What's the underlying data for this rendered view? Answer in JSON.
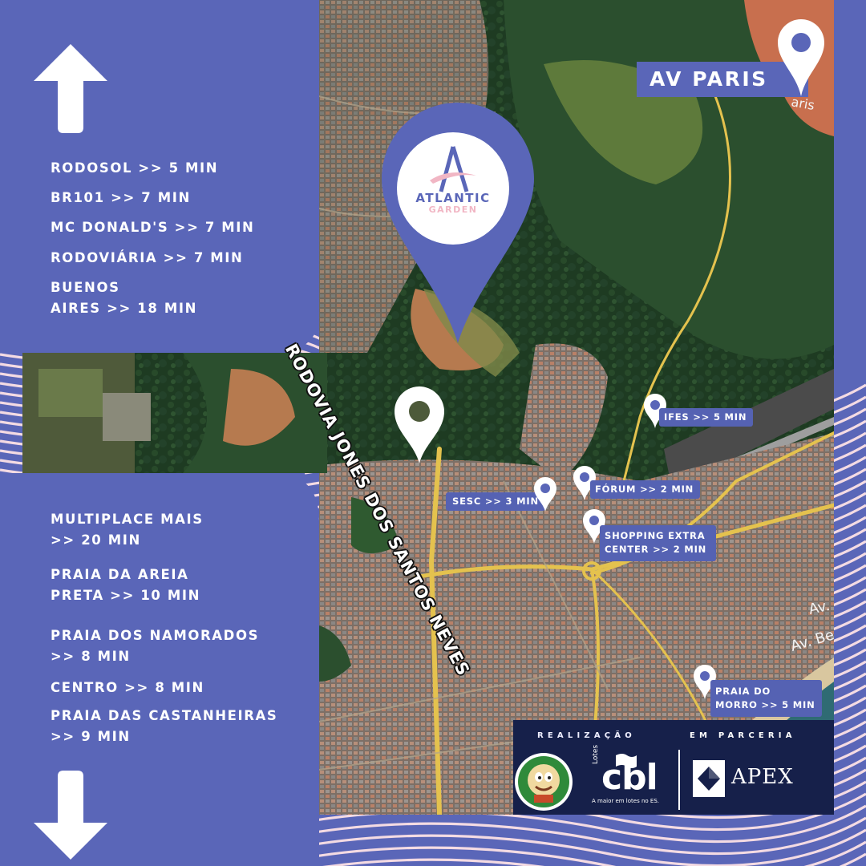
{
  "poster": {
    "brand": {
      "letter": "A",
      "name": "ATLANTIC",
      "sub": "GARDEN"
    },
    "top_destinations": [
      {
        "label": "RODOSOL >> 5 MIN"
      },
      {
        "label": "BR101  >> 7 MIN"
      },
      {
        "label": "MC DONALD'S  >> 7 MIN"
      },
      {
        "label": "RODOVIÁRIA >> 7 MIN"
      },
      {
        "label": "BUENOS\nAIRES >> 18 MIN"
      }
    ],
    "bottom_destinations": [
      {
        "label": "MULTIPLACE MAIS\n>> 20 MIN"
      },
      {
        "label": "PRAIA DA AREIA\nPRETA >> 10 MIN"
      },
      {
        "label": "PRAIA DOS NAMORADOS\n>> 8 MIN"
      },
      {
        "label": "CENTRO >> 8 MIN"
      },
      {
        "label": "PRAIA DAS CASTANHEIRAS\n>> 9 MIN"
      }
    ],
    "map_callouts": {
      "av_paris": "AV PARIS",
      "ifes": "IFES >> 5 MIN",
      "forum": "FÓRUM >> 2 MIN",
      "sesc": "SESC >> 3 MIN",
      "shopping": "SHOPPING EXTRA\nCENTER >> 2 MIN",
      "praia_morro": "PRAIA DO\nMORRO >> 5 MIN"
    },
    "road_name": "RODOVIA JONES DOS SANTOS NEVES",
    "map_road_labels": {
      "paris": "aris",
      "av": "Av.",
      "av_be": "Av. Be"
    },
    "footer": {
      "realizacao": "REALIZAÇÃO",
      "parceria": "EM PARCERIA",
      "cbl_small": "Lotes",
      "cbl_name": "cbl",
      "cbl_tagline": "A maior em lotes no ES.",
      "apex": "APEX"
    }
  },
  "colors": {
    "accent_blue": "#5a66b8",
    "partner_bg": "#16204a",
    "stripe_pink": "#f4dbe3",
    "brand_pink": "#f1b6c4"
  }
}
